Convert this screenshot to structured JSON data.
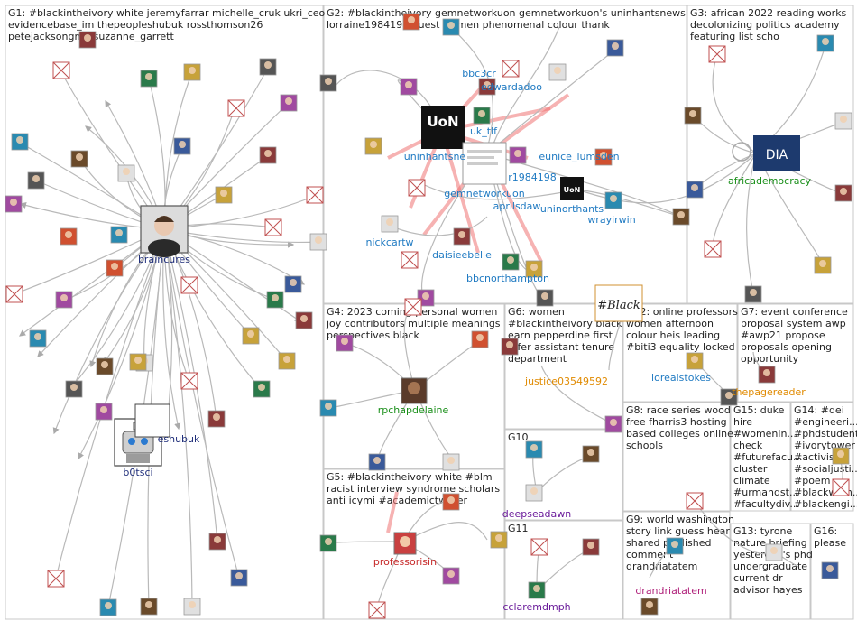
{
  "groups": [
    {
      "id": "G1",
      "lines": [
        "G1: #blackintheivory white jeremyfarrar michelle_cruk ukri_ceo",
        "evidencebase_im thepeopleshubuk rossthomson26",
        "petejacksongmp suzanne_garrett"
      ]
    },
    {
      "id": "G2",
      "lines": [
        "G2: #blackintheivory gemnetworkuon gemnetworkuon's uninhantsnews",
        "lorraine1984198 guest women phenomenal colour thank"
      ]
    },
    {
      "id": "G3",
      "lines": [
        "G3: african 2022 reading works",
        "decolonizing politics academy",
        "featuring list scho"
      ]
    },
    {
      "id": "G4",
      "lines": [
        "G4: 2023 coming personal women",
        "joy contributors multiple meanings",
        "perspectives black"
      ]
    },
    {
      "id": "G5",
      "lines": [
        "G5: #blackintheivory white #blm",
        "racist interview syndrome scholars",
        "anti icymi #academictwitter"
      ]
    },
    {
      "id": "G6",
      "lines": [
        "G6: women",
        "#blackintheivory black",
        "earn pepperdine first",
        "offer assistant tenure",
        "department"
      ]
    },
    {
      "id": "G7",
      "lines": [
        "G7: event conference",
        "proposal system awp",
        "#awp21 propose",
        "proposals opening",
        "opportunity"
      ]
    },
    {
      "id": "G8",
      "lines": [
        "G8: race series wood",
        "free fharris3 hosting",
        "based colleges online",
        "schools"
      ]
    },
    {
      "id": "G9",
      "lines": [
        "G9: world washington",
        "story link guess hear",
        "shared published",
        "comment",
        "drandriatatem"
      ]
    },
    {
      "id": "G10",
      "lines": [
        "G10"
      ]
    },
    {
      "id": "G11",
      "lines": [
        "G11"
      ]
    },
    {
      "id": "G12",
      "lines": [
        "G12: online professors",
        "women afternoon",
        "colour heis leading",
        "#biti3 equality locked"
      ]
    },
    {
      "id": "G13",
      "lines": [
        "G13: tyrone",
        "nature briefing",
        "yesterday's phd",
        "undergraduate",
        "current dr",
        "advisor hayes"
      ]
    },
    {
      "id": "G14",
      "lines": [
        "G14: #dei",
        "#engineeri...",
        "#phdstudent",
        "#ivorytower",
        "#activism",
        "#socialjusti...",
        "#poem",
        "#blackwom...",
        "#blackengi..."
      ]
    },
    {
      "id": "G15",
      "lines": [
        "G15: duke",
        "hire",
        "#womenin...",
        "check",
        "#futurefacu...",
        "cluster",
        "climate",
        "#urmandst...",
        "#facultydiv..."
      ]
    },
    {
      "id": "G16",
      "lines": [
        "G16:",
        "please"
      ]
    }
  ],
  "labels": {
    "braincures": "braincures",
    "b0tsci": "b0tsci",
    "eshubuk": "eshubuk",
    "bbc3cr": "bbc3cr",
    "edwardadoo": "edwardadoo",
    "uk_tlf": "uk_tlf",
    "uninhantsne": "uninhantsne",
    "eunice_lumsden": "eunice_lumsden",
    "r1984198": "r1984198",
    "gemnetworkuon": "gemnetworkuon",
    "aprilsdaw": "aprilsdaw",
    "uninorthants": "uninorthants",
    "wrayirwin": "wrayirwin",
    "nickcartw": "nickcartw",
    "daisieebelle": "daisieebelle",
    "bbcnorthampton": "bbcnorthampton",
    "africademocracy": "africademocracy",
    "rpchapdelaine": "rpchapdelaine",
    "justice03549592": "justice03549592",
    "lorealstokes": "lorealstokes",
    "thepagereader": "thepagereader",
    "professorisin": "professorisin",
    "deepseadawn": "deepseadawn",
    "cclaremdmph": "cclaremdmph",
    "drandriatatem": "drandriatatem"
  },
  "logos": {
    "uon": "UoN",
    "dia": "DIA",
    "black": "#Black"
  },
  "colors": {
    "label_blue": "#1f7ac2",
    "label_green": "#1a8f1a",
    "label_navy": "#1f2e7a",
    "label_red": "#c62828",
    "label_purple": "#6a1b9a",
    "label_orange": "#e08a00",
    "label_magenta": "#b0207a",
    "edge_red": "#ee7272",
    "box_border": "#c8c8c8"
  }
}
